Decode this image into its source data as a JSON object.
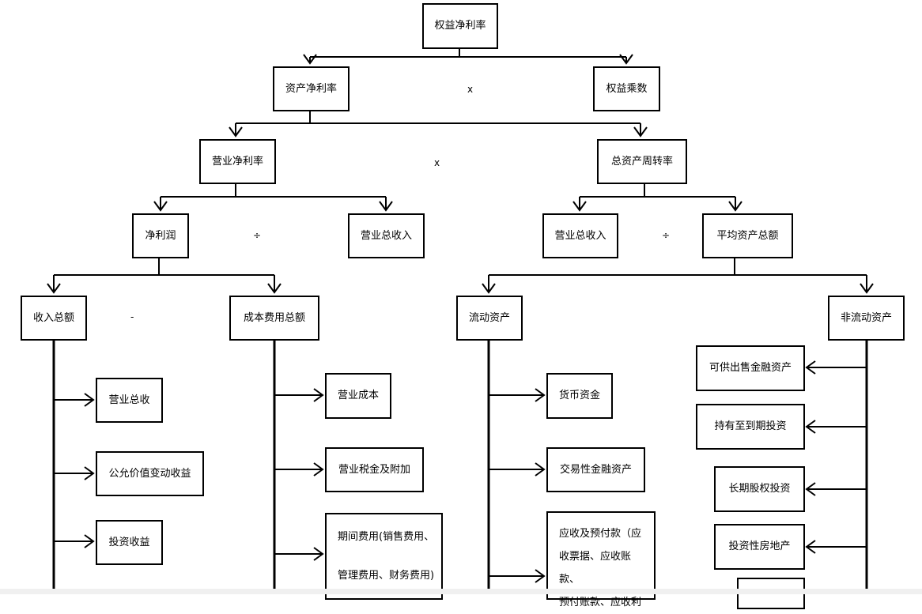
{
  "nodes": {
    "roe": "权益净利率",
    "roa": "资产净利率",
    "equity_multiplier": "权益乘数",
    "op_net_margin": "营业净利率",
    "total_asset_turnover": "总资产周转率",
    "net_profit": "净利润",
    "op_revenue_a": "营业总收入",
    "op_revenue_b": "营业总收入",
    "avg_total_assets": "平均资产总额",
    "total_income": "收入总额",
    "total_cost": "成本费用总额",
    "current_assets": "流动资产",
    "noncurrent_assets": "非流动资产",
    "op_total_income": "营业总收",
    "fair_value_gain": "公允价值变动收益",
    "investment_income": "投资收益",
    "op_cost": "营业成本",
    "op_tax": "营业税金及附加",
    "period_expense_line1": "期间费用(销售费用、",
    "period_expense_line2": "管理费用、财务费用)",
    "cash": "货币资金",
    "trading_fin_assets": "交易性金融资产",
    "receivables_line1": "应收及预付款（应",
    "receivables_line2": "收票据、应收账款、",
    "receivables_line3": "预付账款、应收利",
    "afs_fin_assets": "可供出售金融资产",
    "htm_investment": "持有至到期投资",
    "lt_equity_investment": "长期股权投资",
    "investment_property": "投资性房地产"
  },
  "operators": {
    "x1": "x",
    "x2": "x",
    "div1": "÷",
    "div2": "÷",
    "minus": "-"
  }
}
